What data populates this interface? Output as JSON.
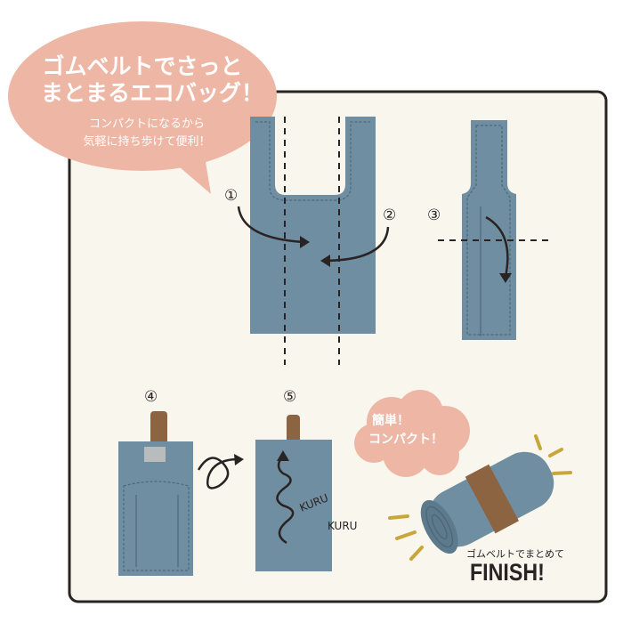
{
  "headline": {
    "line1": "ゴムベルトでさっと",
    "line2": "まとまるエコバッグ！"
  },
  "subtext": {
    "line1": "コンパクトになるから",
    "line2": "気軽に持ち歩けて便利！"
  },
  "steps": [
    "①",
    "②",
    "③",
    "④",
    "⑤"
  ],
  "cloud": {
    "line1": "簡単！",
    "line2": "コンパクト！"
  },
  "kuru": [
    "KURU",
    "KURU"
  ],
  "finish": {
    "caption": "ゴムベルトでまとめて",
    "label": "FINISH!"
  },
  "colors": {
    "panel": "#f9f6ee",
    "panel_border": "#2a2323",
    "bubble": "#eeb6a5",
    "bag": "#6f8ea2",
    "bag_stitch": "#4f6878",
    "band": "#8c6442",
    "accent_lines": "#c9a63a",
    "ink": "#2a2323"
  }
}
